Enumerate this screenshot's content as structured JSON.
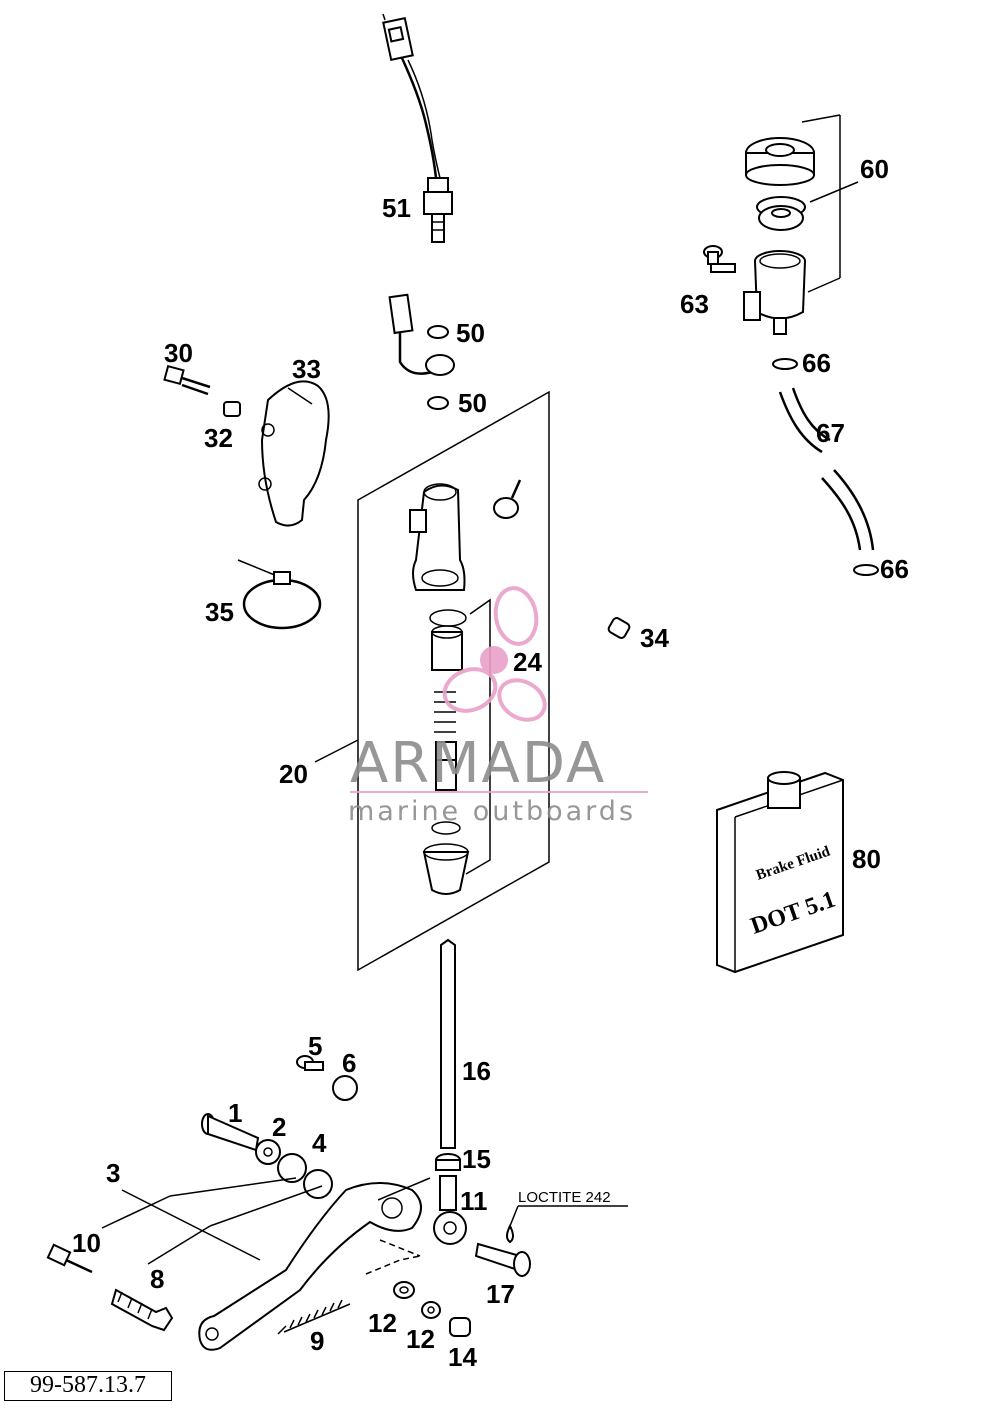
{
  "reference_code": "99-587.13.7",
  "note": "LOCTITE 242",
  "bottle_label": {
    "line1": "Brake Fluid",
    "line2": "DOT 5.1"
  },
  "watermark": {
    "brand": "ARMADA",
    "tagline": "marine outboards",
    "color": "#e8a0c8"
  },
  "callouts": [
    {
      "id": "c51",
      "text": "51"
    },
    {
      "id": "c60",
      "text": "60"
    },
    {
      "id": "c63",
      "text": "63"
    },
    {
      "id": "c50a",
      "text": "50"
    },
    {
      "id": "c50b",
      "text": "50"
    },
    {
      "id": "c66a",
      "text": "66"
    },
    {
      "id": "c67",
      "text": "67"
    },
    {
      "id": "c66b",
      "text": "66"
    },
    {
      "id": "c30",
      "text": "30"
    },
    {
      "id": "c33",
      "text": "33"
    },
    {
      "id": "c32",
      "text": "32"
    },
    {
      "id": "c35",
      "text": "35"
    },
    {
      "id": "c34",
      "text": "34"
    },
    {
      "id": "c24",
      "text": "24"
    },
    {
      "id": "c20",
      "text": "20"
    },
    {
      "id": "c80",
      "text": "80"
    },
    {
      "id": "c16",
      "text": "16"
    },
    {
      "id": "c5",
      "text": "5"
    },
    {
      "id": "c6",
      "text": "6"
    },
    {
      "id": "c1",
      "text": "1"
    },
    {
      "id": "c2",
      "text": "2"
    },
    {
      "id": "c4",
      "text": "4"
    },
    {
      "id": "c3",
      "text": "3"
    },
    {
      "id": "c15",
      "text": "15"
    },
    {
      "id": "c11",
      "text": "11"
    },
    {
      "id": "c10",
      "text": "10"
    },
    {
      "id": "c8",
      "text": "8"
    },
    {
      "id": "c17",
      "text": "17"
    },
    {
      "id": "c12a",
      "text": "12"
    },
    {
      "id": "c12b",
      "text": "12"
    },
    {
      "id": "c9",
      "text": "9"
    },
    {
      "id": "c14",
      "text": "14"
    }
  ]
}
